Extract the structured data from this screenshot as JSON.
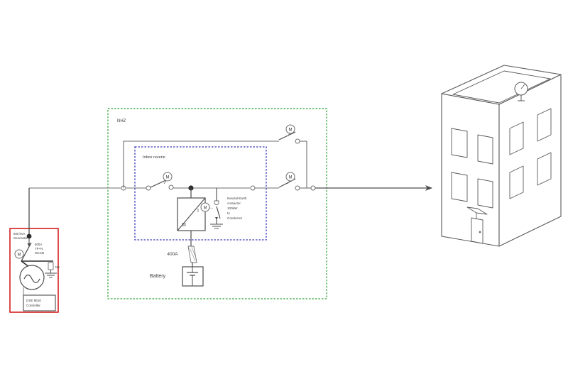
{
  "diagram": {
    "title": "Generator to building electrical single-line schematic",
    "zones": {
      "generator_zone": {
        "label": "",
        "border_color": "#cc0000",
        "items": {
          "generator_label": "500 kVA Generator",
          "breaker_label": "800A TP+N MCCB",
          "controller_label": "DSE 8610 Controller",
          "earth_label": "NE",
          "motor_icon": "motor-icon",
          "generator_icon": "ac-generator-icon",
          "earth_icon": "earth-ground-icon"
        }
      },
      "switchboard_zone": {
        "label": "NHZ",
        "border_color": "#4caf50"
      },
      "inverter_zone": {
        "label": "Inbox reverie",
        "border_color": "#3b3bb5"
      }
    },
    "components": {
      "incoming_switch": {
        "name": "motor-operated-switch",
        "icon": "motor-icon",
        "label": ""
      },
      "inverter": {
        "name": "inverter-block",
        "dc_mark": "III",
        "ac_mark": "I"
      },
      "ne_contactor": {
        "label": "Neutral-Earth contactor 100kW to Conductor",
        "icon": "motor-icon",
        "earth_icon": "earth-ground-icon"
      },
      "battery": {
        "label": "Battery",
        "fuse_label": "400A",
        "icon": "battery-icon"
      },
      "bypass_switch_upper": {
        "name": "motor-operated-switch-upper",
        "icon": "motor-icon"
      },
      "bypass_switch_lower": {
        "name": "motor-operated-switch-lower",
        "icon": "motor-icon"
      },
      "outgoing_feeder": {
        "name": "outgoing-feeder-arrow",
        "label": ""
      },
      "building": {
        "name": "building-illustration",
        "floors": 3,
        "roof_device": "satellite-dish-icon",
        "entrance": "door-with-awning"
      }
    },
    "colors": {
      "line": "#4d4d4d",
      "thin_line": "#6e6e6e",
      "red_box": "#cc0000",
      "green_box": "#4caf50",
      "blue_box": "#3b3bb5",
      "text": "#3a3a3a",
      "building_stroke": "#5a5a5a",
      "background": "#ffffff"
    }
  }
}
